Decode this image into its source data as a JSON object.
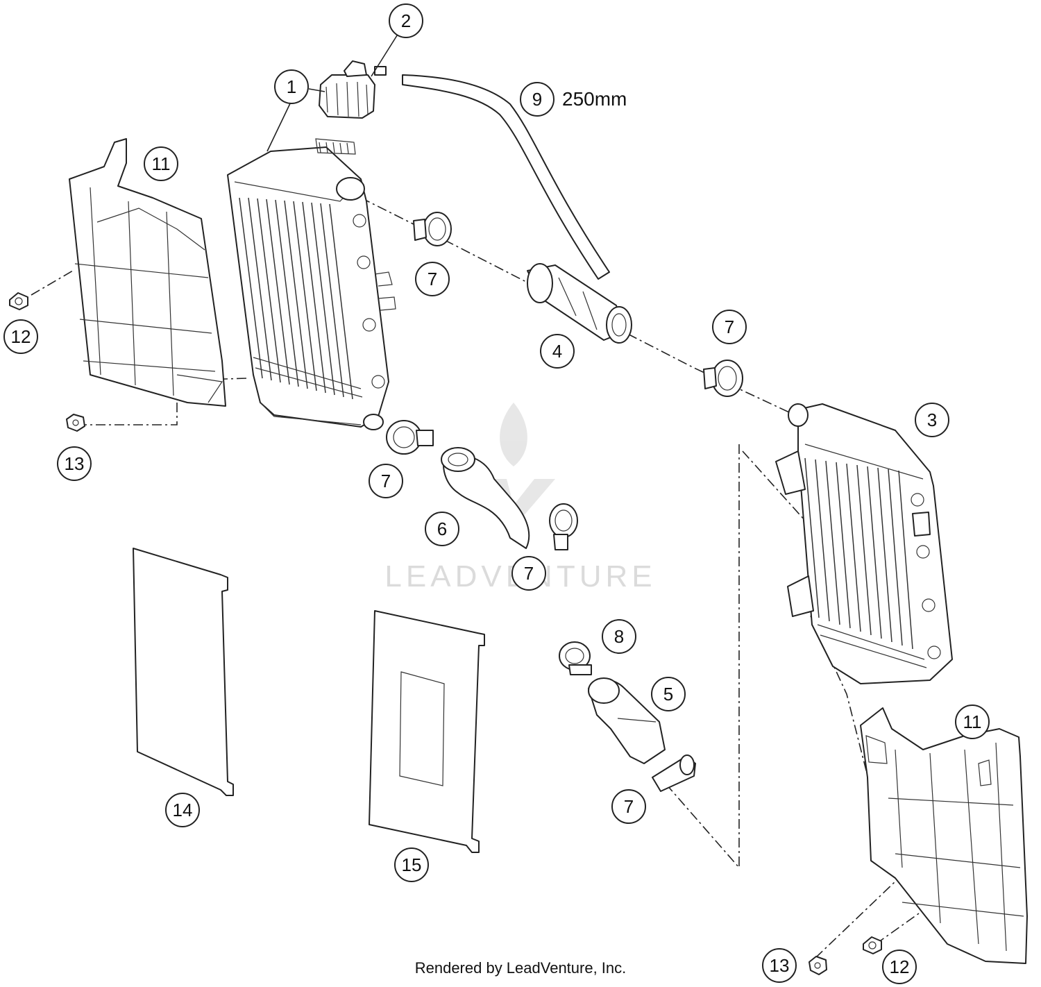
{
  "callouts": [
    {
      "id": "c1",
      "label": "1"
    },
    {
      "id": "c2",
      "label": "2"
    },
    {
      "id": "c3",
      "label": "3"
    },
    {
      "id": "c4",
      "label": "4"
    },
    {
      "id": "c5",
      "label": "5"
    },
    {
      "id": "c6",
      "label": "6"
    },
    {
      "id": "c7a",
      "label": "7"
    },
    {
      "id": "c7b",
      "label": "7"
    },
    {
      "id": "c7c",
      "label": "7"
    },
    {
      "id": "c7d",
      "label": "7"
    },
    {
      "id": "c7e",
      "label": "7"
    },
    {
      "id": "c8",
      "label": "8"
    },
    {
      "id": "c9",
      "label": "9"
    },
    {
      "id": "c11a",
      "label": "11"
    },
    {
      "id": "c11b",
      "label": "11"
    },
    {
      "id": "c12a",
      "label": "12"
    },
    {
      "id": "c12b",
      "label": "12"
    },
    {
      "id": "c13a",
      "label": "13"
    },
    {
      "id": "c13b",
      "label": "13"
    },
    {
      "id": "c14",
      "label": "14"
    },
    {
      "id": "c15",
      "label": "15"
    }
  ],
  "hose_length": "250mm",
  "watermark": "LEADVENTURE",
  "footer": "Rendered by LeadVenture, Inc."
}
